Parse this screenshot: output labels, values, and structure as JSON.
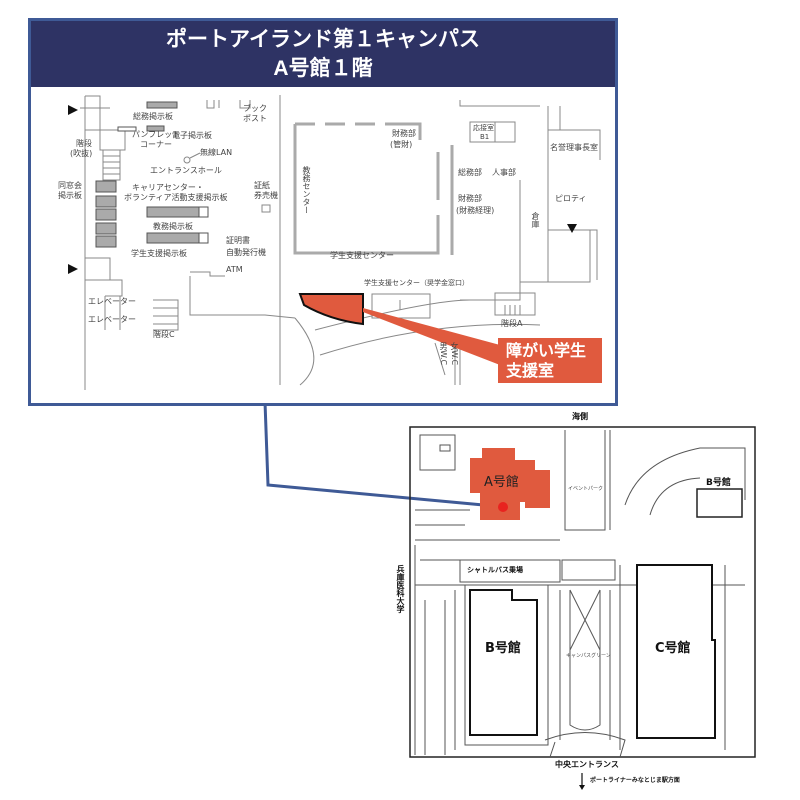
{
  "title": {
    "line1": "ポートアイランド第１キャンパス",
    "line2": "A号館１階"
  },
  "floor_plan": {
    "labels": {
      "soumu_board": "総務掲示板",
      "book_post_1": "ブック",
      "book_post_2": "ポスト",
      "pamphlet_1": "パンフレット",
      "pamphlet_2": "コーナー",
      "e_board": "電子掲示板",
      "wifi": "無線LAN",
      "entrance_hall": "エントランスホール",
      "stairs_void_1": "階段",
      "stairs_void_2": "(吹抜)",
      "alumni_1": "同窓会",
      "alumni_2": "掲示板",
      "career_1": "キャリアセンター・",
      "career_2": "ボランティア活動支援掲示板",
      "ticket_1": "証紙",
      "ticket_2": "券売機",
      "academic_board": "教務掲示板",
      "certificate_1": "証明書",
      "certificate_2": "自動発行機",
      "student_board": "学生支援掲示板",
      "atm": "ATM",
      "elevator_1": "エレベーター",
      "elevator_2": "エレベーター",
      "stairs_c": "階段C",
      "finance_assets_1": "財務部",
      "finance_assets_2": "(管財)",
      "academic_center": "教務センター",
      "student_support_center": "学生支援センター",
      "general_affairs": "総務部",
      "hr": "人事部",
      "finance_acct_1": "財務部",
      "finance_acct_2": "(財務経理)",
      "reception_1": "応接室",
      "reception_2": "B1",
      "chairman": "名誉理事長室",
      "piloti": "ピロティ",
      "storage": "倉庫",
      "scholarship": "学生支援センター（奨学金窓口）",
      "stairs_a": "階段A",
      "wc_men": "男W.C",
      "wc_women": "女W.C"
    },
    "highlight": {
      "line1": "障がい学生",
      "line2": "支援室",
      "color": "#e05a3e"
    }
  },
  "campus_map": {
    "sea_side": "海側",
    "building_a": "A号館",
    "event_park": "イベントパーク",
    "building_b_north": "B号館",
    "shuttle_bus": "シャトルバス乗場",
    "hyogo_medical": "兵庫医科大学",
    "building_b": "B号館",
    "building_c": "C号館",
    "campus_green": "キャンパスグリーン",
    "central_entrance": "中央エントランス",
    "portliner": "ポートライナーみなとじま駅方面",
    "highlight_color": "#e05a3e",
    "marker_color": "#e8231f"
  },
  "colors": {
    "title_bg": "#2e3364",
    "frame": "#3f5a96",
    "connector": "#3f5a96"
  }
}
